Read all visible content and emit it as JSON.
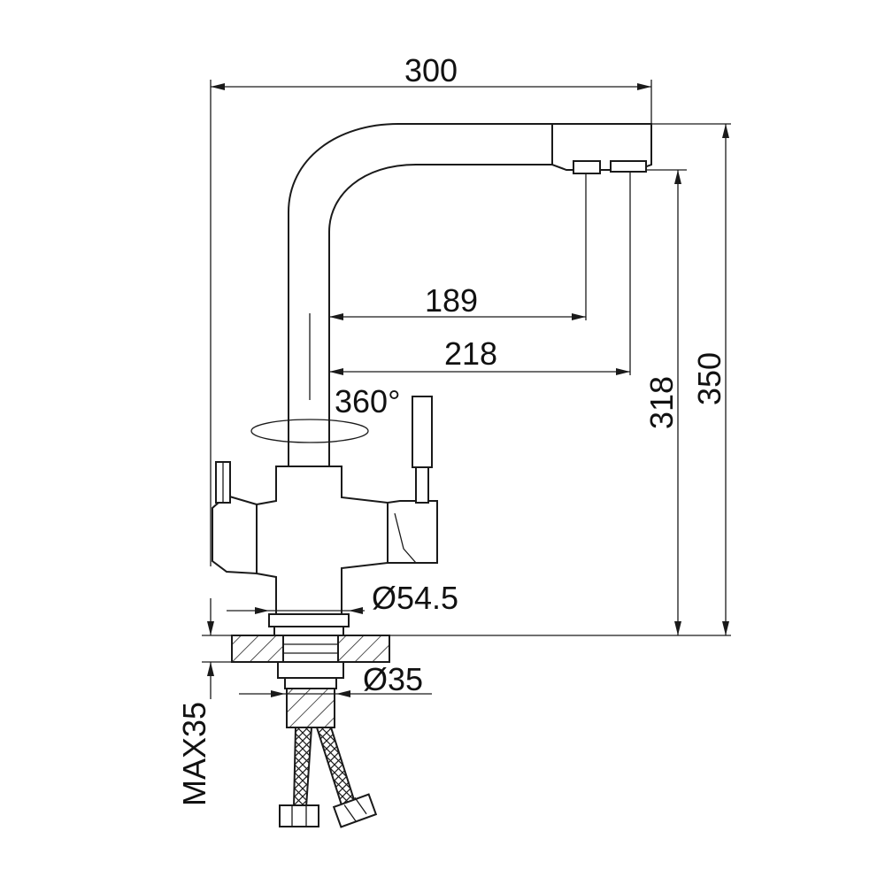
{
  "drawing": {
    "dimensions": {
      "overall_reach": "300",
      "overall_height": "350",
      "spout_height": "318",
      "reach_outlet_1": "189",
      "reach_outlet_2": "218",
      "rotation": "360°",
      "base_diameter": "Ø54.5",
      "thread_diameter": "Ø35",
      "max_counter_thickness": "MAX35"
    }
  }
}
